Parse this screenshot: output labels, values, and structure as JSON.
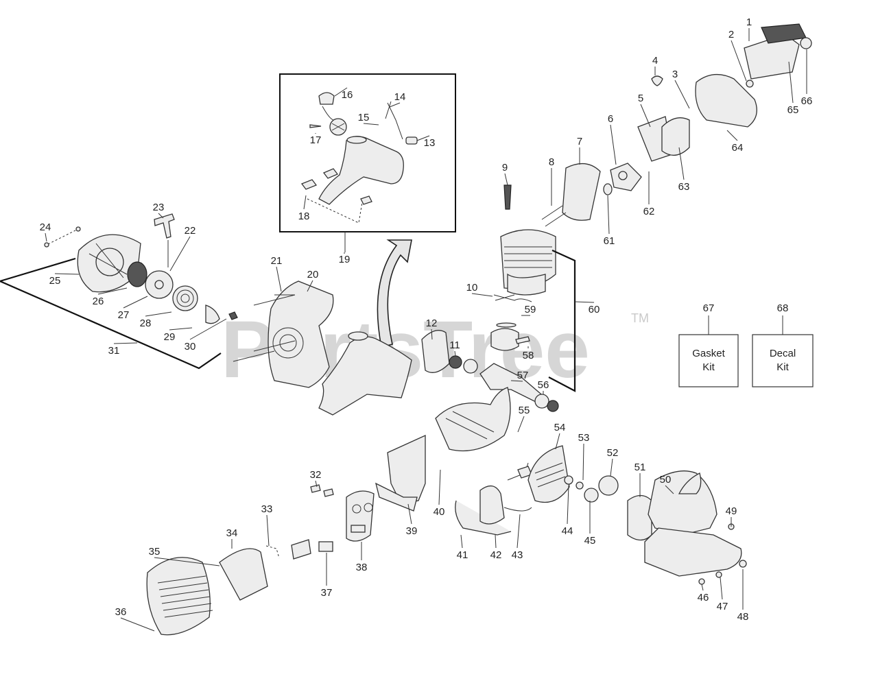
{
  "watermark": {
    "text": "PartsTree",
    "mark": "TM"
  },
  "kits": [
    {
      "callout": "67",
      "line1": "Gasket",
      "line2": "Kit"
    },
    {
      "callout": "68",
      "line1": "Decal",
      "line2": "Kit"
    }
  ],
  "callouts": [
    "1",
    "2",
    "3",
    "4",
    "5",
    "6",
    "7",
    "8",
    "9",
    "10",
    "11",
    "12",
    "13",
    "14",
    "15",
    "16",
    "17",
    "18",
    "19",
    "20",
    "21",
    "22",
    "23",
    "24",
    "25",
    "26",
    "27",
    "28",
    "29",
    "30",
    "31",
    "32",
    "33",
    "34",
    "35",
    "36",
    "37",
    "38",
    "39",
    "40",
    "41",
    "42",
    "43",
    "44",
    "45",
    "46",
    "47",
    "48",
    "49",
    "50",
    "51",
    "52",
    "53",
    "54",
    "55",
    "56",
    "57",
    "58",
    "59",
    "60",
    "61",
    "62",
    "63",
    "64",
    "65",
    "66"
  ]
}
